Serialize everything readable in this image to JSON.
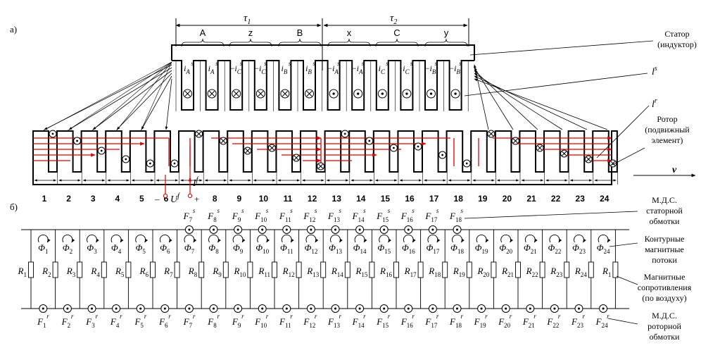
{
  "labels": {
    "part_a": "а)",
    "part_b": "б)",
    "tau1": "τ",
    "tau1_sub": "1",
    "tau2": "τ",
    "tau2_sub": "2",
    "phase_groups": [
      "A",
      "z",
      "B",
      "x",
      "C",
      "y"
    ],
    "stator_1": "Статор",
    "stator_2": "(индуктор)",
    "ls": "l",
    "ls_sup": "s",
    "lr": "l",
    "lr_sup": "r",
    "rotor_1": "Ротор",
    "rotor_2": "(подвижный",
    "rotor_3": "элемент)",
    "velocity": "v",
    "uf": "U",
    "uf_sup": "f",
    "if": "I",
    "if_sup": "f",
    "minus": "–",
    "plus": "+",
    "mds_stator_1": "М.Д.С.",
    "mds_stator_2": "статорной",
    "mds_stator_3": "обмотки",
    "contour_1": "Контурные",
    "contour_2": "магнитные",
    "contour_3": "потоки",
    "reluct_1": "Магнитные",
    "reluct_2": "сопротивления",
    "reluct_3": "(по воздуху)",
    "mds_rotor_1": "М.Д.С.",
    "mds_rotor_2": "роторной",
    "mds_rotor_3": "обмотки"
  },
  "slot_numbers": [
    "1",
    "2",
    "3",
    "4",
    "5",
    "6",
    "7",
    "8",
    "9",
    "10",
    "11",
    "12",
    "13",
    "14",
    "15",
    "16",
    "17",
    "18",
    "19",
    "20",
    "21",
    "22",
    "23",
    "24"
  ],
  "stator_currents": [
    {
      "sign": "",
      "sub": "A"
    },
    {
      "sign": "",
      "sub": "A"
    },
    {
      "sign": "−",
      "sub": "C"
    },
    {
      "sign": "−",
      "sub": "C"
    },
    {
      "sign": "",
      "sub": "B"
    },
    {
      "sign": "",
      "sub": "B"
    },
    {
      "sign": "−",
      "sub": "A"
    },
    {
      "sign": "−",
      "sub": "A"
    },
    {
      "sign": "",
      "sub": "C"
    },
    {
      "sign": "",
      "sub": "C"
    },
    {
      "sign": "−",
      "sub": "B"
    },
    {
      "sign": "−",
      "sub": "B"
    }
  ],
  "stator_conductor_dirs": [
    "in",
    "in",
    "in",
    "in",
    "in",
    "in",
    "out",
    "out",
    "out",
    "out",
    "out",
    "out"
  ],
  "rotor_conductor_dirs": [
    "out",
    "out",
    "out",
    "out",
    "out",
    "out",
    "in",
    "in",
    "in",
    "in",
    "in",
    "in",
    "out",
    "out",
    "out",
    "out",
    "out",
    "out",
    "in",
    "in",
    "in",
    "in",
    "in",
    "in"
  ],
  "stator_mmf": {
    "symbol": "F",
    "sup": "s",
    "subs": [
      "7",
      "8",
      "9",
      "10",
      "11",
      "12",
      "13",
      "14",
      "15",
      "16",
      "17",
      "18"
    ]
  },
  "fluxes": {
    "symbol": "Φ",
    "subs": [
      "1",
      "2",
      "3",
      "4",
      "5",
      "6",
      "7",
      "8",
      "9",
      "10",
      "11",
      "12",
      "13",
      "14",
      "15",
      "16",
      "17",
      "18",
      "19",
      "20",
      "21",
      "22",
      "23",
      "24"
    ]
  },
  "reluctances": {
    "symbol": "R",
    "subs": [
      "1",
      "2",
      "3",
      "4",
      "5",
      "6",
      "7",
      "8",
      "9",
      "10",
      "11",
      "12",
      "13",
      "14",
      "15",
      "16",
      "17",
      "18",
      "19",
      "20",
      "21",
      "22",
      "23",
      "24",
      "1"
    ]
  },
  "rotor_mmf": {
    "symbol": "F",
    "sup": "r",
    "subs": [
      "1",
      "2",
      "3",
      "4",
      "5",
      "6",
      "7",
      "8",
      "9",
      "10",
      "11",
      "12",
      "13",
      "14",
      "15",
      "16",
      "17",
      "18",
      "19",
      "20",
      "21",
      "22",
      "23",
      "24"
    ]
  },
  "colors": {
    "line": "#000000",
    "flux": "#e00000",
    "background": "#ffffff"
  }
}
